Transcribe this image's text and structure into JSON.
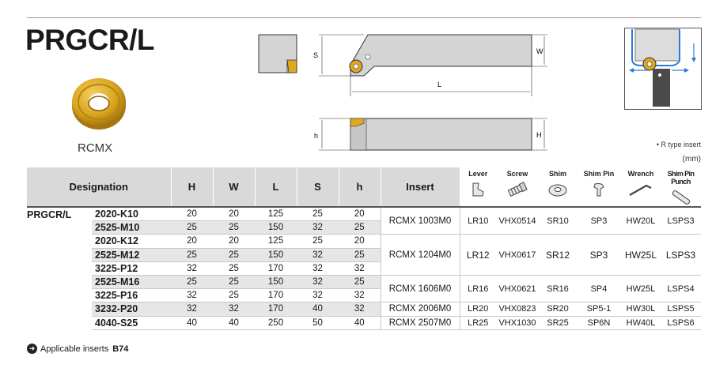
{
  "title": "PRGCR/L",
  "insert_name": "RCMX",
  "drawing_labels": {
    "s": "S",
    "w": "W",
    "l": "L",
    "h_small": "h",
    "h_big": "H"
  },
  "note": "• R type insert",
  "unit": "(mm)",
  "headers": {
    "designation": "Designation",
    "H": "H",
    "W": "W",
    "L": "L",
    "S": "S",
    "h": "h",
    "insert": "Insert",
    "lever": "Lever",
    "screw": "Screw",
    "shim": "Shim",
    "shim_pin": "Shim Pin",
    "wrench": "Wrench",
    "shim_pin_punch": "Shim Pin Punch"
  },
  "series": "PRGCR/L",
  "rows": [
    {
      "designation": "2020-K10",
      "H": "20",
      "W": "20",
      "L": "125",
      "S": "25",
      "h": "20"
    },
    {
      "designation": "2525-M10",
      "H": "25",
      "W": "25",
      "L": "150",
      "S": "32",
      "h": "25"
    },
    {
      "designation": "2020-K12",
      "H": "20",
      "W": "20",
      "L": "125",
      "S": "25",
      "h": "20"
    },
    {
      "designation": "2525-M12",
      "H": "25",
      "W": "25",
      "L": "150",
      "S": "32",
      "h": "25"
    },
    {
      "designation": "3225-P12",
      "H": "32",
      "W": "25",
      "L": "170",
      "S": "32",
      "h": "32"
    },
    {
      "designation": "2525-M16",
      "H": "25",
      "W": "25",
      "L": "150",
      "S": "32",
      "h": "25"
    },
    {
      "designation": "3225-P16",
      "H": "32",
      "W": "25",
      "L": "170",
      "S": "32",
      "h": "32"
    },
    {
      "designation": "3232-P20",
      "H": "32",
      "W": "32",
      "L": "170",
      "S": "40",
      "h": "32"
    },
    {
      "designation": "4040-S25",
      "H": "40",
      "W": "40",
      "L": "250",
      "S": "50",
      "h": "40"
    }
  ],
  "groups": [
    {
      "insert": "RCMX 1003M0",
      "lever": "LR10",
      "screw": "VHX0514",
      "shim": "SR10",
      "shim_pin": "SP3",
      "wrench": "HW20L",
      "punch": "LSPS3"
    },
    {
      "insert": "RCMX 1204M0",
      "lever": "LR12",
      "screw": "VHX0617",
      "shim": "SR12",
      "shim_pin": "SP3",
      "wrench": "HW25L",
      "punch": "LSPS3"
    },
    {
      "insert": "RCMX 1606M0",
      "lever": "LR16",
      "screw": "VHX0621",
      "shim": "SR16",
      "shim_pin": "SP4",
      "wrench": "HW25L",
      "punch": "LSPS4"
    },
    {
      "insert": "RCMX 2006M0",
      "lever": "LR20",
      "screw": "VHX0823",
      "shim": "SR20",
      "shim_pin": "SP5-1",
      "wrench": "HW30L",
      "punch": "LSPS5"
    },
    {
      "insert": "RCMX 2507M0",
      "lever": "LR25",
      "screw": "VHX1030",
      "shim": "SR25",
      "shim_pin": "SP6N",
      "wrench": "HW40L",
      "punch": "LSPS6"
    }
  ],
  "footer": {
    "text": "Applicable inserts",
    "ref": "B74"
  },
  "icons": [
    "insert-photo-icon",
    "lever-icon",
    "screw-icon",
    "shim-icon",
    "shim-pin-icon",
    "wrench-icon",
    "shim-pin-punch-icon",
    "arrow-right-circle-icon"
  ],
  "colors": {
    "header_bg": "#d9d9d9",
    "row_shade": "#e6e6e6",
    "insert_gold": "#d9a520",
    "tool_gray": "#d4d4d4"
  }
}
